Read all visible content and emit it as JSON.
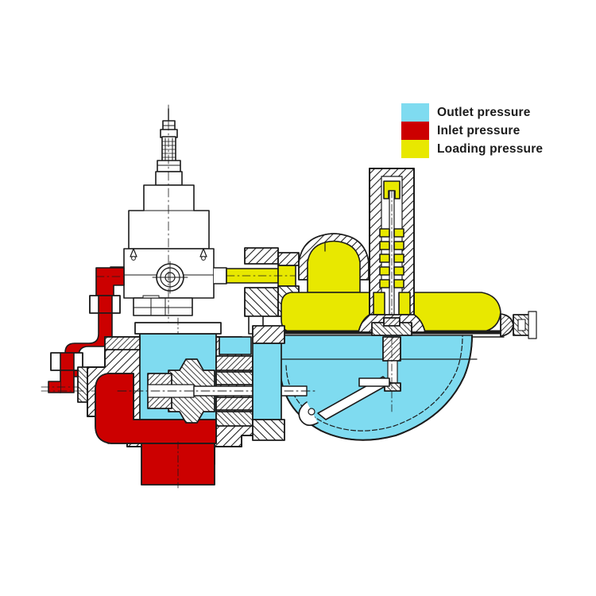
{
  "document": {
    "title": "Pilot-operated pressure regulator cutaway",
    "background_color": "#ffffff"
  },
  "colors": {
    "outlet_pressure": "#7FDBF0",
    "inlet_pressure": "#CC0000",
    "loading_pressure": "#E8E800",
    "outline": "#1b1b1b",
    "metal_fill": "#ffffff",
    "hatch": "#1b1b1b"
  },
  "legend": {
    "title": "",
    "items": [
      {
        "label": "Outlet pressure",
        "color": "#7FDBF0",
        "swatch_name": "outlet-pressure-swatch"
      },
      {
        "label": "Inlet pressure",
        "color": "#CC0000",
        "swatch_name": "inlet-pressure-swatch"
      },
      {
        "label": "Loading pressure",
        "color": "#E8E800",
        "swatch_name": "loading-pressure-swatch"
      }
    ]
  },
  "diagram": {
    "type": "engineering-cutaway",
    "components": [
      {
        "name": "pilot-regulator-adjusting-screw",
        "pressure_zone": "none"
      },
      {
        "name": "pilot-regulator-lock-nut",
        "pressure_zone": "none"
      },
      {
        "name": "pilot-regulator-spring-case",
        "pressure_zone": "none"
      },
      {
        "name": "pilot-regulator-body",
        "pressure_zone": "none"
      },
      {
        "name": "inlet-supply-tube",
        "pressure_zone": "inlet"
      },
      {
        "name": "inlet-tube-union-upper",
        "pressure_zone": "none"
      },
      {
        "name": "inlet-tube-union-lower",
        "pressure_zone": "none"
      },
      {
        "name": "inlet-elbow-fitting",
        "pressure_zone": "inlet"
      },
      {
        "name": "loading-pressure-tube",
        "pressure_zone": "loading"
      },
      {
        "name": "main-valve-body",
        "pressure_zone": "none"
      },
      {
        "name": "main-valve-inlet-passage",
        "pressure_zone": "inlet"
      },
      {
        "name": "main-valve-outlet-chamber",
        "pressure_zone": "outlet"
      },
      {
        "name": "valve-plug-and-seat",
        "pressure_zone": "none"
      },
      {
        "name": "valve-stem",
        "pressure_zone": "none"
      },
      {
        "name": "inlet-flange-bottom",
        "pressure_zone": "inlet"
      },
      {
        "name": "diaphragm-casing-upper",
        "pressure_zone": "loading"
      },
      {
        "name": "diaphragm-casing-lower",
        "pressure_zone": "outlet"
      },
      {
        "name": "diaphragm",
        "pressure_zone": "none"
      },
      {
        "name": "diaphragm-plate",
        "pressure_zone": "none"
      },
      {
        "name": "lever-linkage",
        "pressure_zone": "none"
      },
      {
        "name": "stem-tower-bonnet",
        "pressure_zone": "loading"
      },
      {
        "name": "tower-spring-chamber",
        "pressure_zone": "loading"
      },
      {
        "name": "tower-stem",
        "pressure_zone": "none"
      },
      {
        "name": "right-end-cap",
        "pressure_zone": "none"
      },
      {
        "name": "right-end-bolt",
        "pressure_zone": "none"
      }
    ]
  }
}
